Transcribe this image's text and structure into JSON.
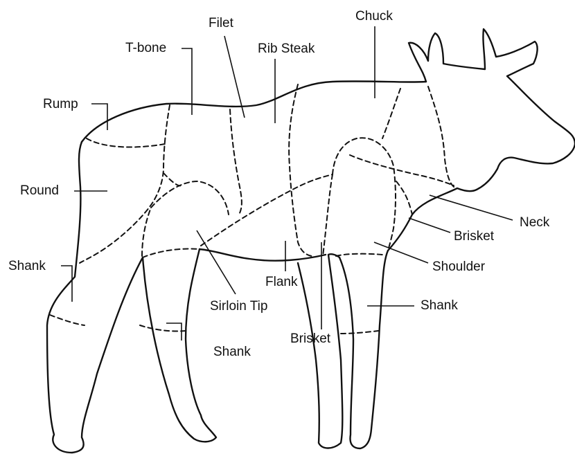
{
  "labels": {
    "chuck": "Chuck",
    "filet": "Filet",
    "t_bone": "T-bone",
    "rib_steak": "Rib Steak",
    "rump": "Rump",
    "round": "Round",
    "shank_hind": "Shank",
    "neck": "Neck",
    "brisket_front": "Brisket",
    "shoulder": "Shoulder",
    "shank_front": "Shank",
    "flank": "Flank",
    "sirloin_tip": "Sirloin Tip",
    "brisket_lower": "Brisket",
    "shank_lower": "Shank"
  }
}
